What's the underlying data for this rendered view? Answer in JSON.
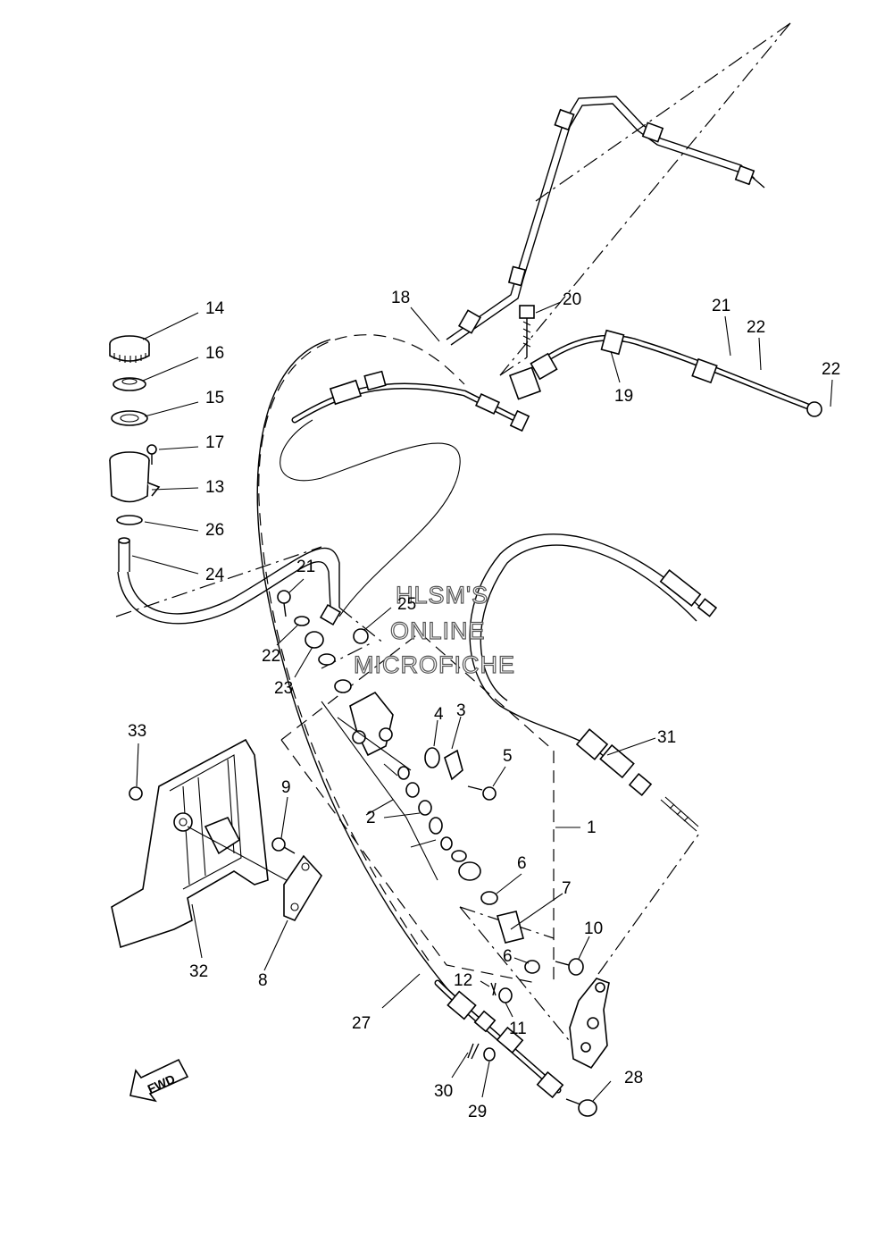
{
  "watermark": {
    "line1": "HLSM'S",
    "line2": "ONLINE",
    "line3": "MICROFICHE"
  },
  "direction_arrow": {
    "label": "FWD"
  },
  "callouts": [
    {
      "label": "1"
    },
    {
      "label": "2"
    },
    {
      "label": "3"
    },
    {
      "label": "4"
    },
    {
      "label": "5"
    },
    {
      "label": "6"
    },
    {
      "label": "6"
    },
    {
      "label": "7"
    },
    {
      "label": "8"
    },
    {
      "label": "9"
    },
    {
      "label": "10"
    },
    {
      "label": "11"
    },
    {
      "label": "12"
    },
    {
      "label": "13"
    },
    {
      "label": "14"
    },
    {
      "label": "15"
    },
    {
      "label": "16"
    },
    {
      "label": "17"
    },
    {
      "label": "18"
    },
    {
      "label": "19"
    },
    {
      "label": "20"
    },
    {
      "label": "21"
    },
    {
      "label": "21"
    },
    {
      "label": "22"
    },
    {
      "label": "22"
    },
    {
      "label": "22"
    },
    {
      "label": "23"
    },
    {
      "label": "24"
    },
    {
      "label": "25"
    },
    {
      "label": "26"
    },
    {
      "label": "27"
    },
    {
      "label": "28"
    },
    {
      "label": "29"
    },
    {
      "label": "30"
    },
    {
      "label": "31"
    },
    {
      "label": "32"
    },
    {
      "label": "33"
    }
  ]
}
